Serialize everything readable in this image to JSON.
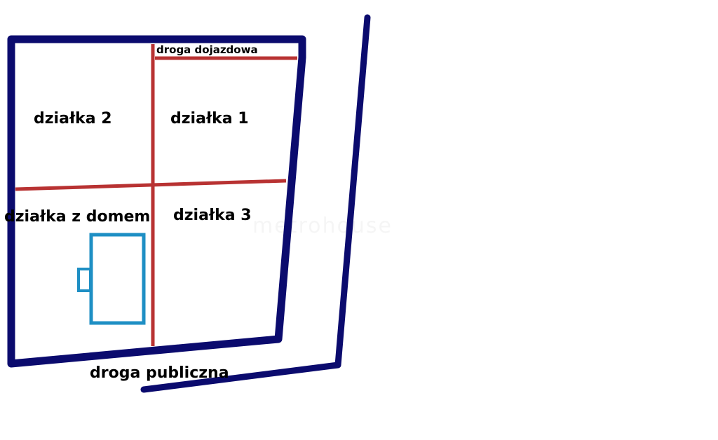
{
  "colors": {
    "boundary": "#0b0b6e",
    "division": "#b83232",
    "house": "#1e8fc4",
    "text": "#000000"
  },
  "labels": {
    "parcel_2": "działka 2",
    "parcel_1": "działka 1",
    "parcel_3": "działka 3",
    "parcel_with_house": "działka z domem",
    "access_road": "droga dojazdowa",
    "public_road": "droga publiczna"
  },
  "watermark": "metrohouse"
}
